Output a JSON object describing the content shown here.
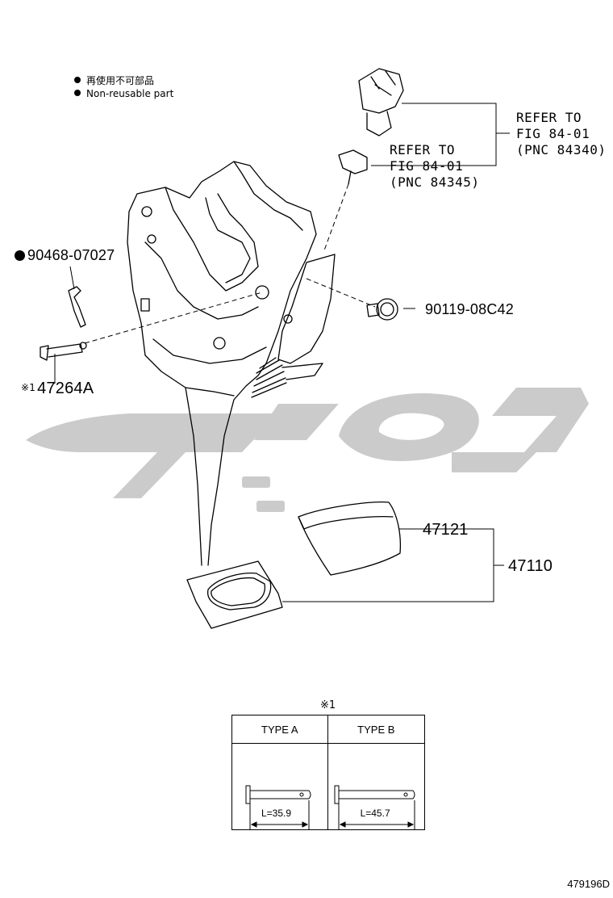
{
  "legend": {
    "line1": "再使用不可部品",
    "line2": "Non-reusable part"
  },
  "refer_1": {
    "line1": "REFER TO",
    "line2": "FIG 84-01",
    "line3": "(PNC 84340)"
  },
  "refer_2": {
    "line1": "REFER TO",
    "line2": "FIG 84-01",
    "line3": "(PNC 84345)"
  },
  "parts": {
    "clip": "90468-07027",
    "bolt": "90119-08C42",
    "pin_mark": "※1",
    "pin": "47264A",
    "pad": "47121",
    "pedal": "47110"
  },
  "table": {
    "mark": "※1",
    "headers": [
      "TYPE A",
      "TYPE B"
    ],
    "lengths": [
      "L=35.9",
      "L=45.7"
    ]
  },
  "figure_id": "479196D",
  "colors": {
    "line": "#000000",
    "watermark": "#c8c8c8"
  }
}
